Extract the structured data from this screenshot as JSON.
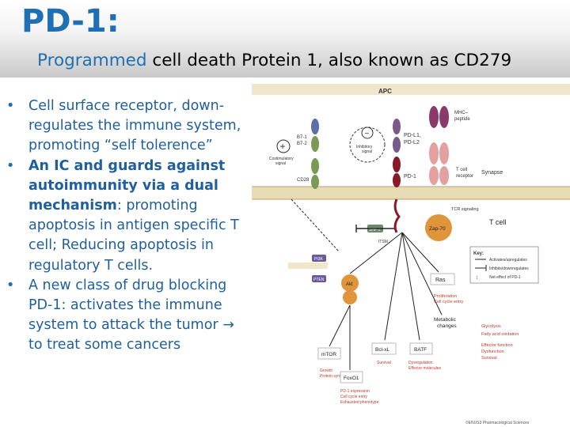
{
  "slide": {
    "title": "PD-1:",
    "subtitle_highlight": "Programmed",
    "subtitle_rest": " cell death Protein 1, also known as CD279",
    "bullets": [
      {
        "parts": [
          {
            "text": "Cell surface receptor, down-regulates  the immune system, promoting “self tolerence”",
            "bold": false
          }
        ]
      },
      {
        "parts": [
          {
            "text": "An IC and guards against autoimmunity via a dual mechanism",
            "bold": true
          },
          {
            "text": ": promoting apoptosis in antigen specific T cell; Reducing apoptosis in regulatory T cells.",
            "bold": false
          }
        ]
      },
      {
        "parts": [
          {
            "text": "A new class of drug blocking PD-1: activates the immune system to attack the tumor → to treat some  cancers",
            "bold": false
          }
        ]
      }
    ]
  },
  "diagram": {
    "apc": "APC",
    "b71": "B7-1",
    "b72": "B7-2",
    "costim": [
      "Costimulatory",
      "signal"
    ],
    "cd28": "CD28",
    "plus": "+",
    "minus": "−",
    "inhib": [
      "Inhibitory",
      "signal"
    ],
    "pdl1": "PD-L1,",
    "pdl2": "PD-L2",
    "pd1": "PD-1",
    "mhc": [
      "MHC–",
      "peptide"
    ],
    "synapse": "Synapse",
    "tcr": [
      "T cell",
      "receptor"
    ],
    "tcr_signaling": "TCR signaling",
    "tcell": "T cell",
    "shp2": "SHP-2",
    "zap70": "Zap-70",
    "itsm": "ITSM",
    "pi3k": "PI3K",
    "pten": "PTEN",
    "akt": "Akt",
    "ras": "Ras",
    "key_title": "Key:",
    "key_items": [
      "Activates/upregulates",
      "Inhibits/downregulates",
      "Net effect of PD-1"
    ],
    "prolif": [
      "Proliferation",
      "Cell cycle entry"
    ],
    "metabolic": [
      "Metabolic",
      "changes"
    ],
    "glycolysis": [
      "Glycolysis",
      "Fatty acid oxidation"
    ],
    "mtor": "mTOR",
    "bclxl": "Bcl-xL",
    "batf": "BATF",
    "effector": [
      "Effector function",
      "Dysfunction",
      "Survival"
    ],
    "mtor_effects": [
      "Growth",
      "Protein synthesis"
    ],
    "survival": "Survival",
    "batf_effects": [
      "Dysregulation",
      "Effector molecules"
    ],
    "foxo1": "FoxO1",
    "foxo_effects": [
      "PD-1 expression",
      "Cell cycle entry",
      "Exhausted phenotype"
    ],
    "credit": "©ENUS3 Pharmacological Sciences"
  },
  "colors": {
    "title_blue": "#1f6fb2",
    "bullet_text": "#1f5f9e",
    "membrane": "#d8c79a",
    "pd1_red": "#8a1a2a",
    "effect_red": "#c0392b"
  }
}
